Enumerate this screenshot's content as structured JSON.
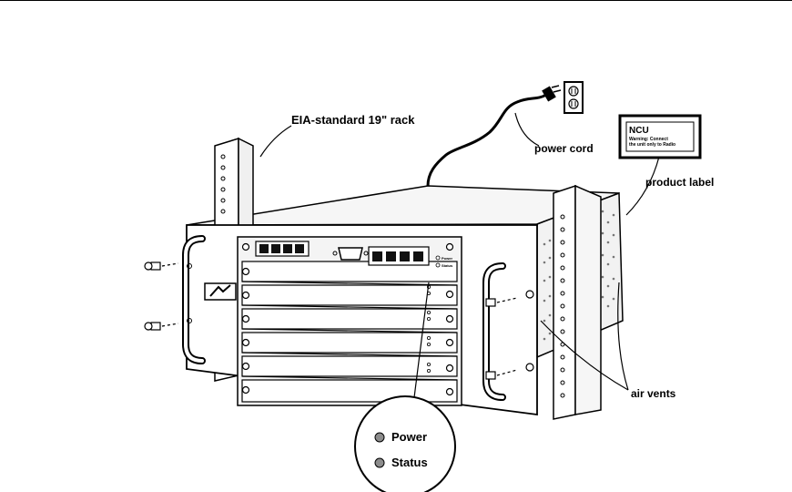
{
  "labels": {
    "rack": "EIA-standard 19\" rack",
    "power_cord": "power cord",
    "product_label": "product label",
    "air_vents": "air vents"
  },
  "product_label_card": {
    "title": "NCU",
    "line1": "Warning: Connect",
    "line2": "the unit only to Radio"
  },
  "front_panel": {
    "power_text": "Power",
    "status_text": "Status"
  },
  "callout": {
    "power": "Power",
    "status": "Status"
  },
  "colors": {
    "ink": "#000000",
    "paper": "#ffffff",
    "panel": "#eeeeee",
    "slot": "#dddddd",
    "led": "#8c8c8c"
  },
  "icons": [
    "power-outlet-icon",
    "power-plug-icon",
    "screw-icon",
    "led-indicator-icon"
  ]
}
